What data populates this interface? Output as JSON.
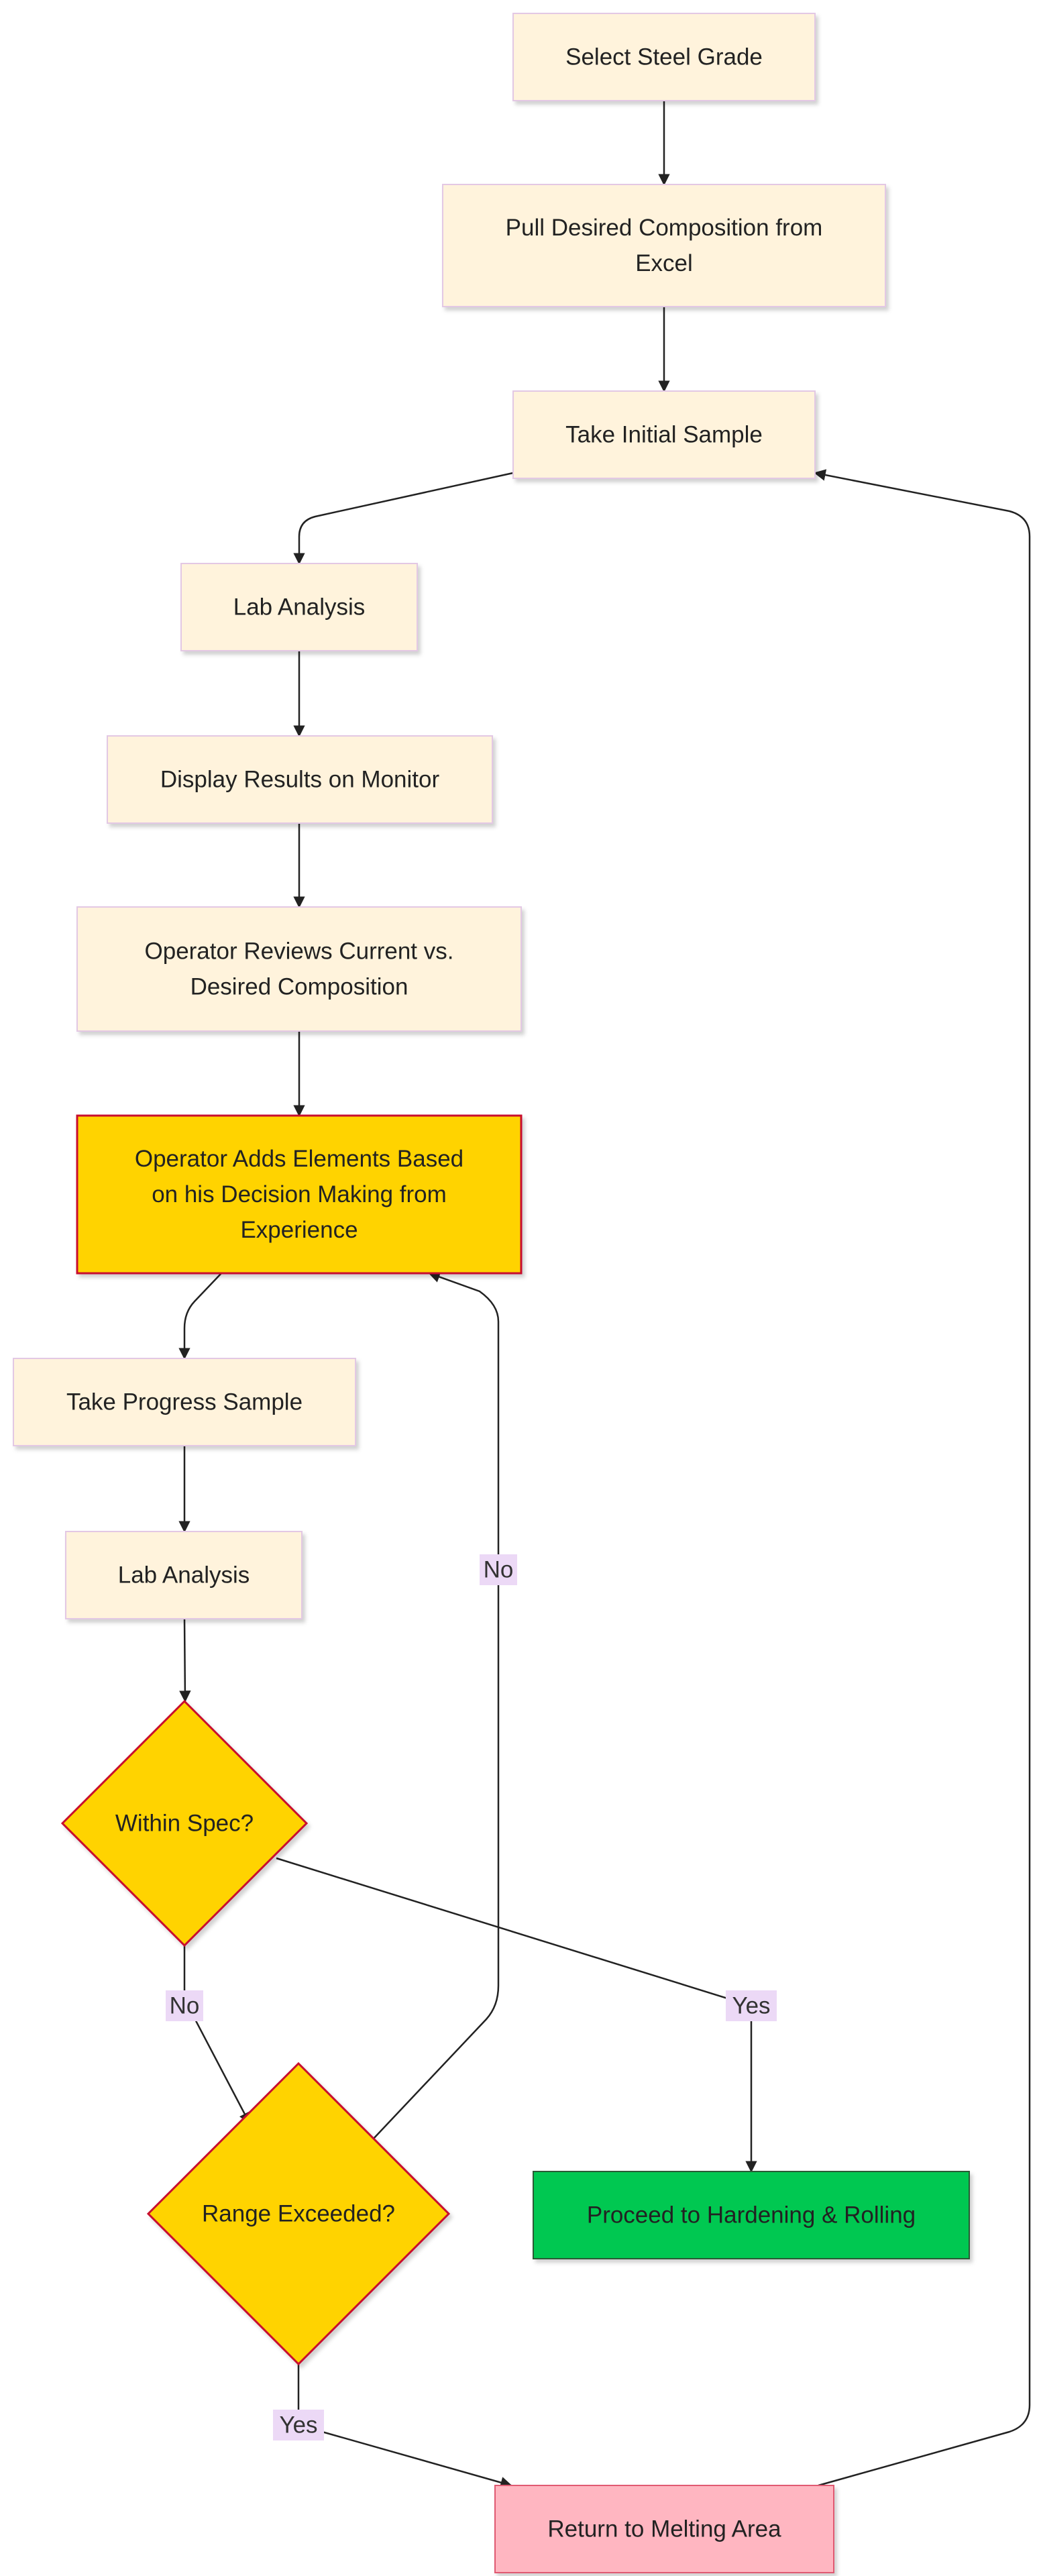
{
  "diagram": {
    "type": "flowchart",
    "direction": "top-down",
    "colors": {
      "process_fill": "#fff3dc",
      "process_stroke": "#e3c8e4",
      "action_fill": "#ffd302",
      "action_stroke": "#c8102e",
      "success_fill": "#00c851",
      "success_stroke": "#2b5a36",
      "failure_fill": "#ffb6c1",
      "failure_stroke": "#e05a72",
      "edge": "#222222",
      "edge_label_bg": "#ecd9f6"
    },
    "nodes": {
      "select_grade": {
        "lines": [
          "Select Steel Grade"
        ]
      },
      "pull_composition": {
        "lines": [
          "Pull Desired Composition from",
          "Excel"
        ]
      },
      "initial_sample": {
        "lines": [
          "Take Initial Sample"
        ]
      },
      "lab_analysis_1": {
        "lines": [
          "Lab Analysis"
        ]
      },
      "display_results": {
        "lines": [
          "Display Results on Monitor"
        ]
      },
      "operator_reviews": {
        "lines": [
          "Operator Reviews Current vs.",
          "Desired Composition"
        ]
      },
      "operator_adds": {
        "lines": [
          "Operator Adds Elements Based",
          "on his Decision Making from",
          "Experience"
        ]
      },
      "progress_sample": {
        "lines": [
          "Take Progress Sample"
        ]
      },
      "lab_analysis_2": {
        "lines": [
          "Lab Analysis"
        ]
      },
      "within_spec": {
        "lines": [
          "Within Spec?"
        ]
      },
      "range_exceeded": {
        "lines": [
          "Range Exceeded?"
        ]
      },
      "proceed": {
        "lines": [
          "Proceed to Hardening & Rolling"
        ]
      },
      "return_melting": {
        "lines": [
          "Return to Melting Area"
        ]
      }
    },
    "edges": [
      {
        "from": "select_grade",
        "to": "pull_composition",
        "label": ""
      },
      {
        "from": "pull_composition",
        "to": "initial_sample",
        "label": ""
      },
      {
        "from": "initial_sample",
        "to": "lab_analysis_1",
        "label": ""
      },
      {
        "from": "lab_analysis_1",
        "to": "display_results",
        "label": ""
      },
      {
        "from": "display_results",
        "to": "operator_reviews",
        "label": ""
      },
      {
        "from": "operator_reviews",
        "to": "operator_adds",
        "label": ""
      },
      {
        "from": "operator_adds",
        "to": "progress_sample",
        "label": ""
      },
      {
        "from": "progress_sample",
        "to": "lab_analysis_2",
        "label": ""
      },
      {
        "from": "lab_analysis_2",
        "to": "within_spec",
        "label": ""
      },
      {
        "from": "within_spec",
        "to": "proceed",
        "label": "Yes"
      },
      {
        "from": "within_spec",
        "to": "range_exceeded",
        "label": "No"
      },
      {
        "from": "range_exceeded",
        "to": "return_melting",
        "label": "Yes"
      },
      {
        "from": "range_exceeded",
        "to": "operator_adds",
        "label": "No"
      },
      {
        "from": "return_melting",
        "to": "initial_sample",
        "label": ""
      }
    ]
  }
}
